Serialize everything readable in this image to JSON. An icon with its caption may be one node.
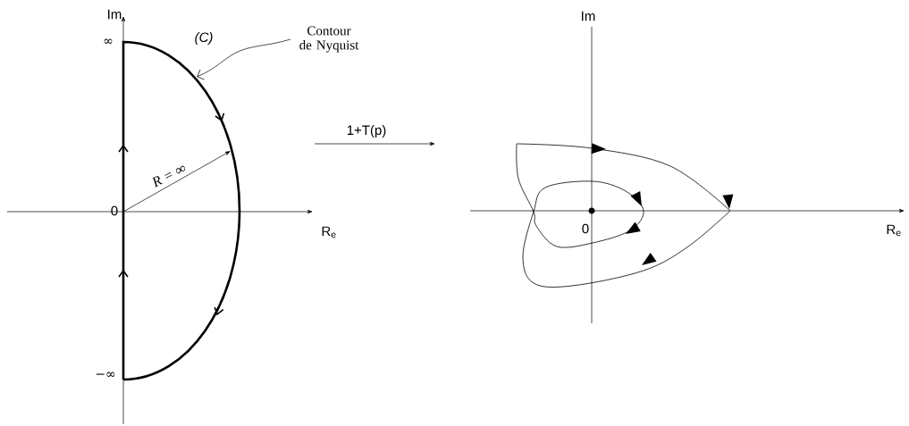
{
  "diagram": {
    "nodes": [
      {
        "text": [
          "Contour de Nyquist"
        ]
      },
      {
        "text": [],
        "shape": "semicircle"
      }
    ],
    "edges": [
      {
        "from": 0,
        "to": 1,
        "arrow": "to"
      }
    ],
    "labels": [
      "Im",
      "∞",
      "(C)",
      "R = ∞",
      "0",
      "R$_{e}$",
      "−∞",
      "1+T(p)",
      "Im",
      "0",
      "R$_{e}$"
    ]
  }
}
